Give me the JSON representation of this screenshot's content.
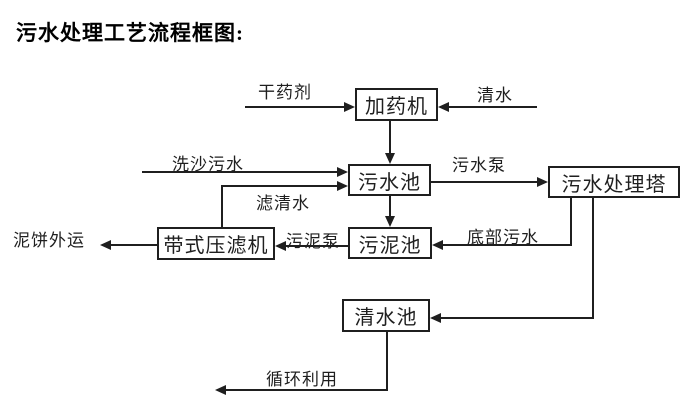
{
  "title": "污水处理工艺流程框图:",
  "colors": {
    "ink": "#1f1f1f",
    "background": "#ffffff"
  },
  "diagram": {
    "type": "flowchart",
    "nodes": {
      "dosing_machine": {
        "label": "加药机"
      },
      "sewage_pool": {
        "label": "污水池"
      },
      "treatment_tower": {
        "label": "污水处理塔"
      },
      "sludge_pool": {
        "label": "污泥池"
      },
      "belt_filter_press": {
        "label": "带式压滤机"
      },
      "clear_water_pool": {
        "label": "清水池"
      }
    },
    "edges": [
      {
        "from": "外部输入",
        "to": "加药机",
        "label": "干药剂"
      },
      {
        "from": "外部输入",
        "to": "加药机",
        "label": "清水"
      },
      {
        "from": "加药机",
        "to": "污水池",
        "label": ""
      },
      {
        "from": "外部输入",
        "to": "污水池",
        "label": "洗沙污水"
      },
      {
        "from": "带式压滤机",
        "to": "污水池",
        "label": "滤清水"
      },
      {
        "from": "污水池",
        "to": "污水处理塔",
        "label": "污水泵"
      },
      {
        "from": "污水池",
        "to": "污泥池",
        "label": ""
      },
      {
        "from": "污水处理塔",
        "to": "污泥池",
        "label": "底部污水"
      },
      {
        "from": "污泥池",
        "to": "带式压滤机",
        "label": "污泥泵"
      },
      {
        "from": "带式压滤机",
        "to": "外部输出",
        "label": "泥饼外运"
      },
      {
        "from": "污水处理塔",
        "to": "清水池",
        "label": ""
      },
      {
        "from": "清水池",
        "to": "外部输出",
        "label": "循环利用"
      }
    ]
  }
}
